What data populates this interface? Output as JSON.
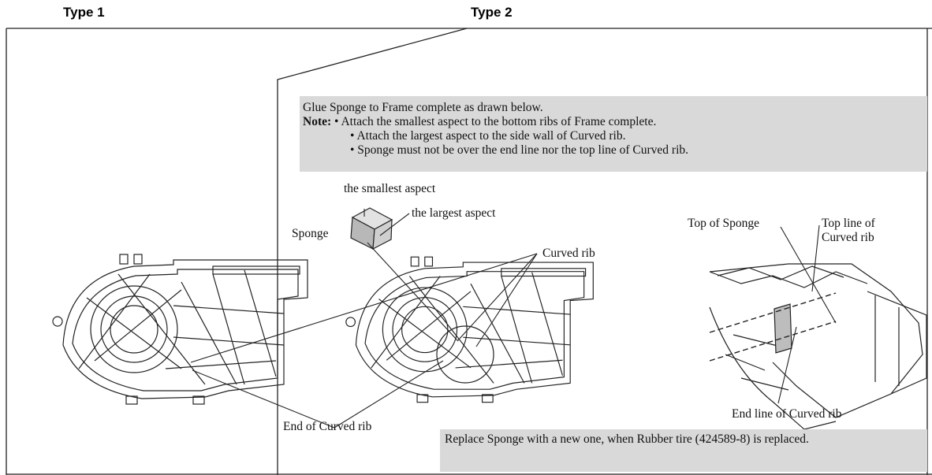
{
  "headers": {
    "type1": "Type 1",
    "type2": "Type 2"
  },
  "instructions": {
    "line1": "Glue Sponge to Frame complete as drawn below.",
    "note_label": "Note:",
    "bullet1": "• Attach the smallest aspect to the bottom ribs of Frame complete.",
    "bullet2": "• Attach the largest aspect to the side wall of Curved rib.",
    "bullet3": "• Sponge must not be over the end line nor the top line of Curved rib."
  },
  "labels": {
    "smallest_aspect": "the smallest aspect",
    "largest_aspect": "the largest aspect",
    "sponge": "Sponge",
    "curved_rib": "Curved rib",
    "end_of_curved_rib": "End of Curved rib",
    "top_of_sponge": "Top of Sponge",
    "top_line_of_curved_rib": "Top line of Curved rib",
    "end_line_of_curved_rib": "End line of Curved rib"
  },
  "replace_note": "Replace Sponge with a new one, when Rubber tire (424589-8) is replaced.",
  "colors": {
    "note_bg": "#d9d9d9",
    "line": "#222222",
    "text": "#111111"
  }
}
